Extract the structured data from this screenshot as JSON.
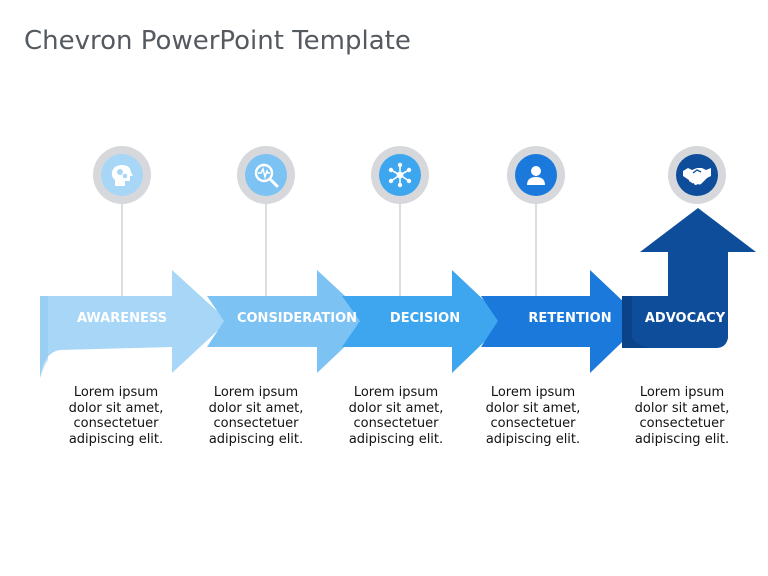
{
  "title": "Chevron PowerPoint Template",
  "stages": [
    {
      "label": "AWARENESS",
      "icon": "head-gears-icon",
      "color": "#a8d6f7",
      "description": [
        "Lorem ipsum",
        "dolor sit amet,",
        "consectetuer",
        "adipiscing elit."
      ]
    },
    {
      "label": "CONSIDERATION",
      "icon": "magnifier-pulse-icon",
      "color": "#7cc2f3",
      "description": [
        "Lorem ipsum",
        "dolor sit amet,",
        "consectetuer",
        "adipiscing elit."
      ]
    },
    {
      "label": "DECISION",
      "icon": "network-hub-icon",
      "color": "#3ea6ee",
      "description": [
        "Lorem ipsum",
        "dolor sit amet,",
        "consectetuer",
        "adipiscing elit."
      ]
    },
    {
      "label": "RETENTION",
      "icon": "user-icon",
      "color": "#1a79db",
      "description": [
        "Lorem ipsum",
        "dolor sit amet,",
        "consectetuer",
        "adipiscing elit."
      ]
    },
    {
      "label": "ADVOCACY",
      "icon": "handshake-icon",
      "color": "#0e4d9a",
      "description": [
        "Lorem ipsum",
        "dolor sit amet,",
        "consectetuer",
        "adipiscing elit."
      ]
    }
  ]
}
